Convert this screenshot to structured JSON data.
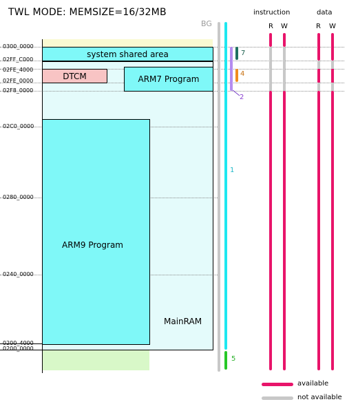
{
  "title": "TWL MODE: MEMSIZE=16/32MB",
  "addresses": {
    "a0300": "0300_0000",
    "a02FFC": "02FF_C000",
    "a02FE4": "02FE_4000",
    "a02FE0": "02FE_0000",
    "a02F8": "02F8_0000",
    "a02C0": "02C0_0000",
    "a0280": "0280_0000",
    "a0240": "0240_0000",
    "a02004": "0200_4000",
    "a0200": "0200_0000"
  },
  "regions": {
    "system_shared": "system shared area",
    "dtcm": "DTCM",
    "arm7": "ARM7 Program",
    "arm9": "ARM9 Program",
    "mainram": "MainRAM"
  },
  "bars": {
    "bg": "BG",
    "n1": "1",
    "n2": "2",
    "n4": "4",
    "n5": "5",
    "n7": "7"
  },
  "headers": {
    "instruction": "instruction",
    "data": "data",
    "r1": "R",
    "w1": "W",
    "r2": "R",
    "w2": "W"
  },
  "legend": {
    "available": "available",
    "not_available": "not available"
  },
  "colors": {
    "available": "#e8146a",
    "not_available": "#c8c8c8",
    "cyan": "#7ff8f8",
    "bar_cyan": "#1ee8f0",
    "light_cyan": "#e4fbfb",
    "pink": "#f8c4c4",
    "light_green": "#d8f8c8",
    "light_yellow": "#fafad2",
    "purple": "#a060e0",
    "orange": "#f08c1e",
    "teal": "#1e7060",
    "green": "#28c828"
  }
}
